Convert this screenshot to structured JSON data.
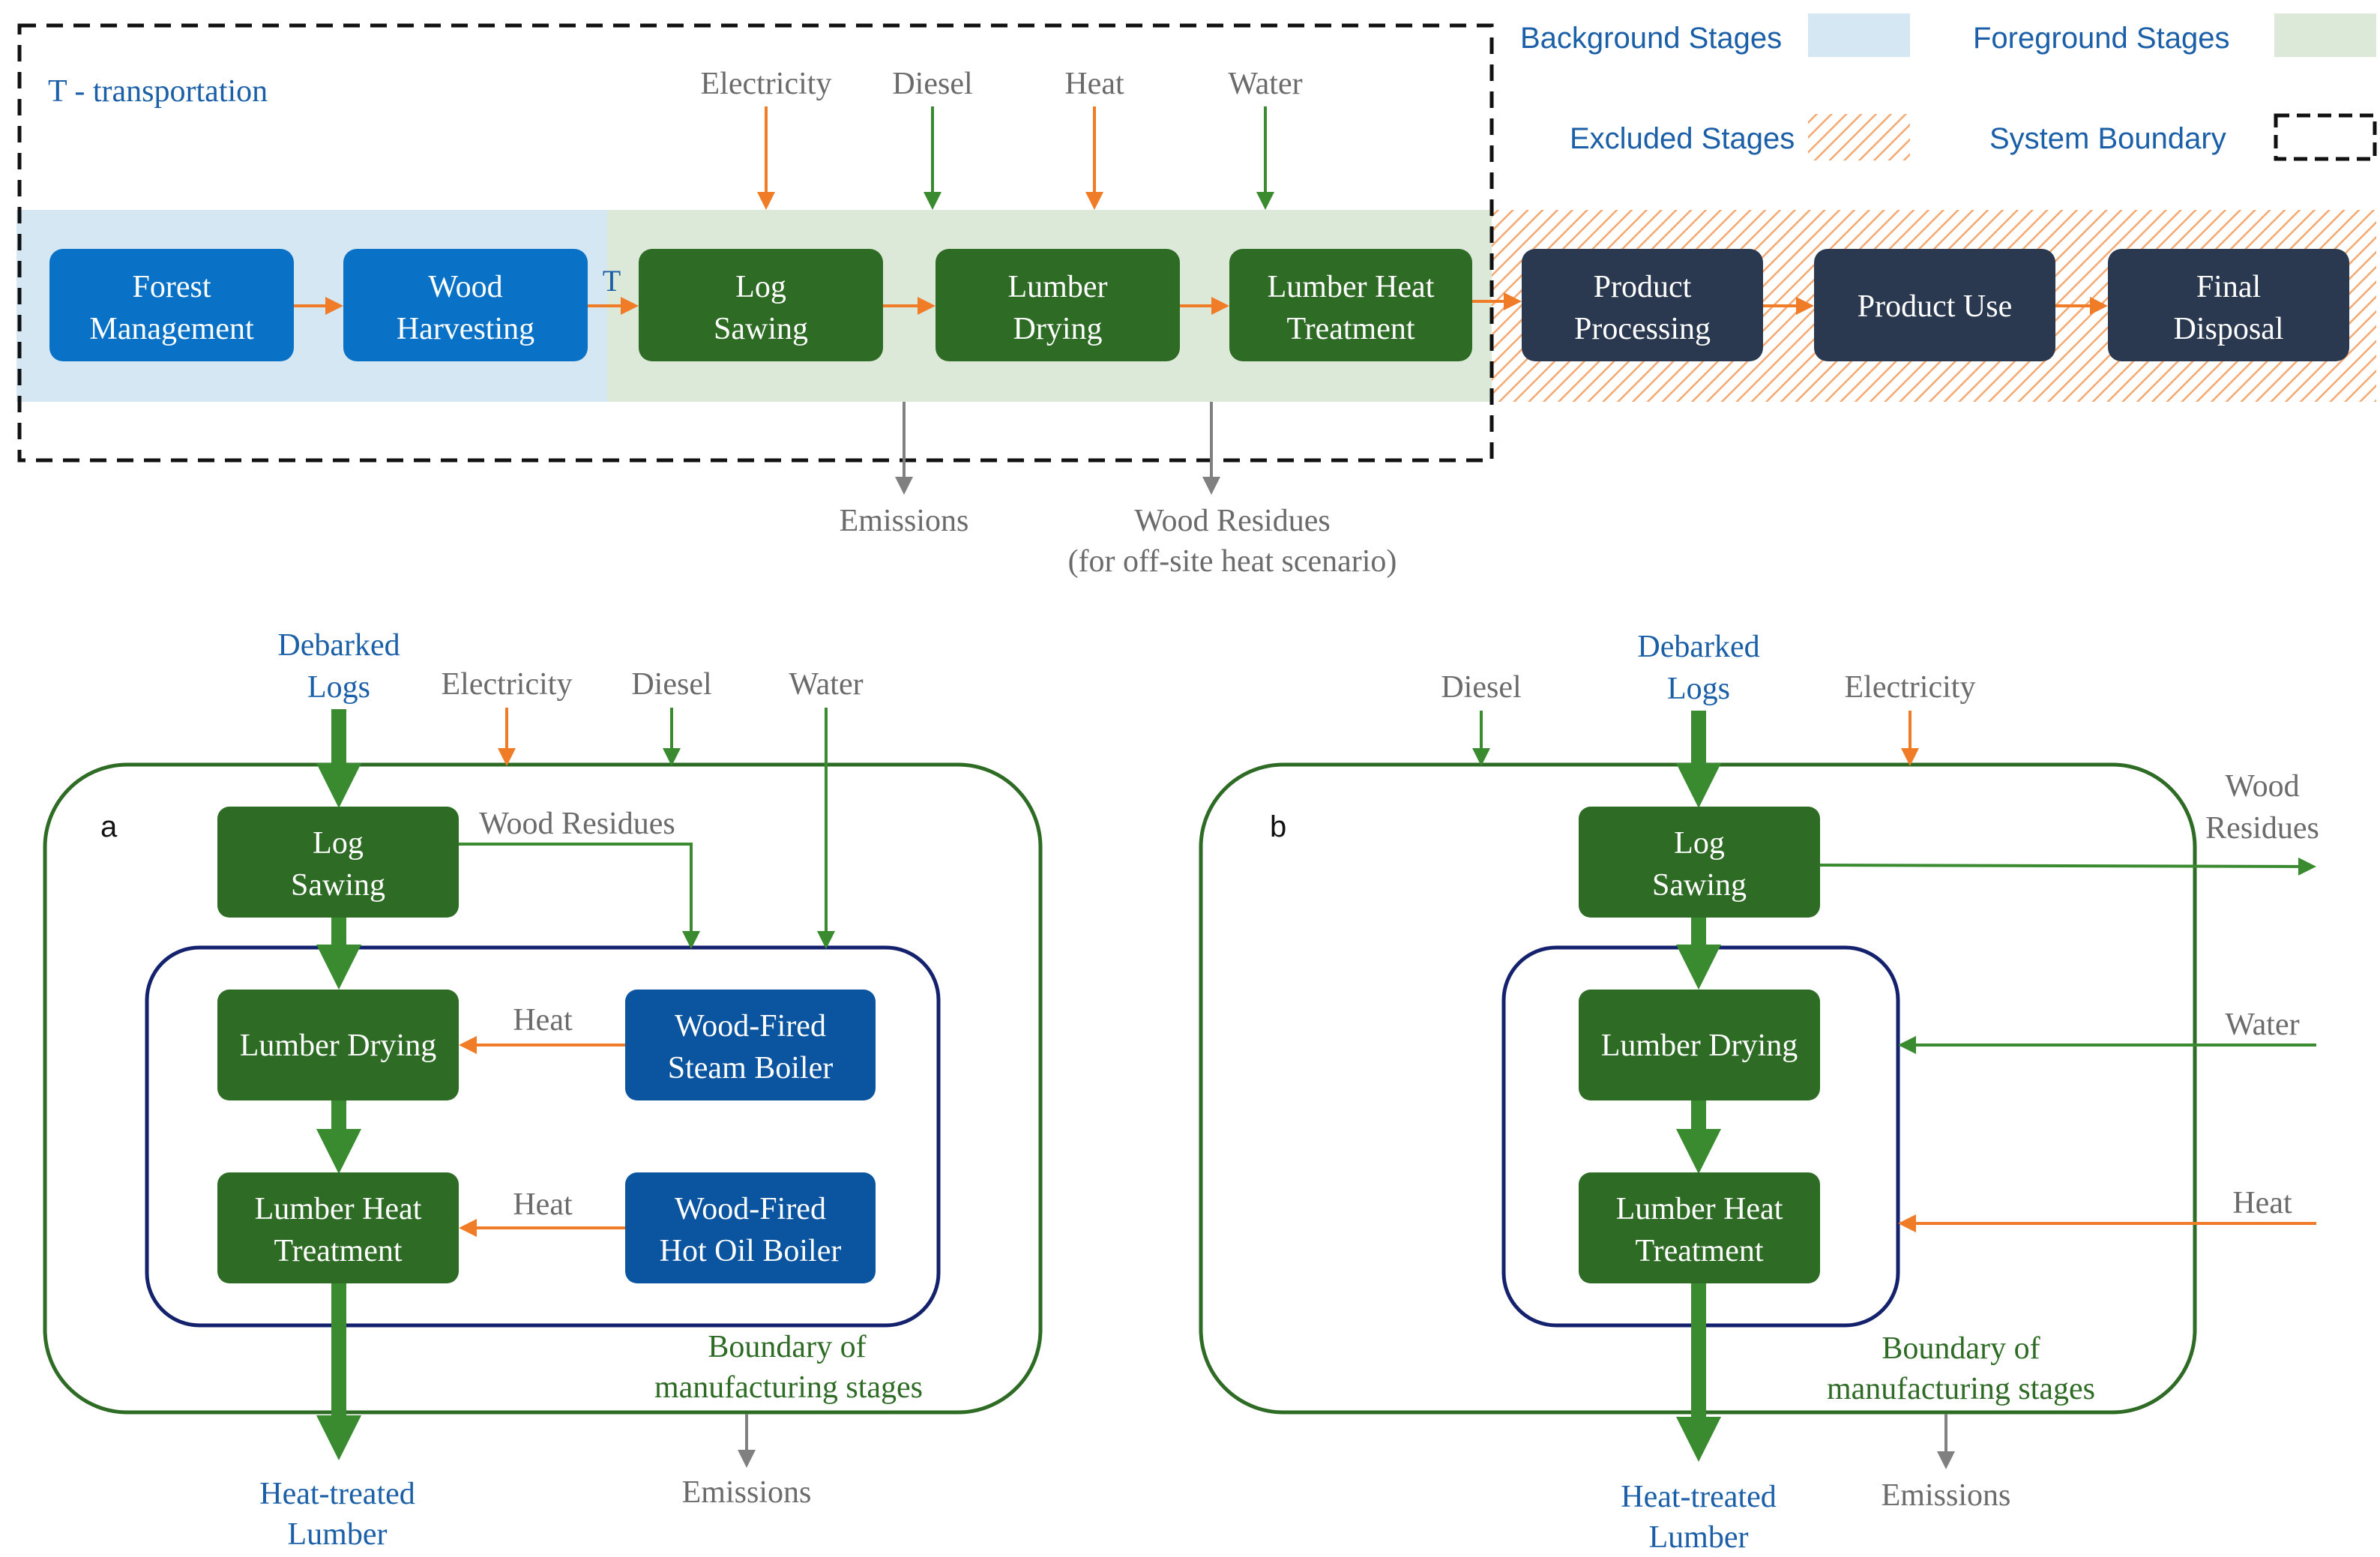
{
  "colors": {
    "background_stage": "#d6e7f4",
    "foreground_stage": "#dce9d8",
    "excluded_hatch": "#f4a972",
    "blue_box": "#0a72c6",
    "green_box": "#2e6b25",
    "dark_box": "#2a3950",
    "boiler_box": "#0a54a0",
    "orange_arrow": "#f07c27",
    "green_arrow": "#3a8a30",
    "gray_arrow": "#808080",
    "label_blue": "#1a5fa8",
    "label_gray": "#6b6b6b",
    "label_green": "#2e6b25",
    "inner_boundary": "#14226e"
  },
  "legend": {
    "background": "Background Stages",
    "foreground": "Foreground Stages",
    "excluded": "Excluded Stages",
    "system_boundary": "System Boundary"
  },
  "top": {
    "transport_note": "T - transportation",
    "transport_marker": "T",
    "inputs": [
      "Electricity",
      "Diesel",
      "Heat",
      "Water"
    ],
    "stages": {
      "forest_management": [
        "Forest",
        "Management"
      ],
      "wood_harvesting": [
        "Wood",
        "Harvesting"
      ],
      "log_sawing": [
        "Log",
        "Sawing"
      ],
      "lumber_drying": [
        "Lumber",
        "Drying"
      ],
      "heat_treatment": [
        "Lumber Heat",
        "Treatment"
      ],
      "product_processing": [
        "Product",
        "Processing"
      ],
      "product_use": "Product Use",
      "final_disposal": [
        "Final",
        "Disposal"
      ]
    },
    "outputs": {
      "emissions": "Emissions",
      "residues": [
        "Wood Residues",
        "(for off-site heat scenario)"
      ]
    }
  },
  "panel_a": {
    "label": "a",
    "input_logs": [
      "Debarked",
      "Logs"
    ],
    "inputs": [
      "Electricity",
      "Diesel",
      "Water"
    ],
    "log_sawing": [
      "Log",
      "Sawing"
    ],
    "wood_residues": "Wood Residues",
    "lumber_drying": "Lumber Drying",
    "heat_label_1": "Heat",
    "heat_label_2": "Heat",
    "steam_boiler": [
      "Wood-Fired",
      "Steam Boiler"
    ],
    "heat_treatment": [
      "Lumber Heat",
      "Treatment"
    ],
    "hot_oil_boiler": [
      "Wood-Fired",
      "Hot Oil Boiler"
    ],
    "boundary": [
      "Boundary of",
      "manufacturing stages"
    ],
    "output": [
      "Heat-treated",
      "Lumber"
    ],
    "emissions": "Emissions"
  },
  "panel_b": {
    "label": "b",
    "inputs": [
      "Diesel",
      "Electricity"
    ],
    "input_logs": [
      "Debarked",
      "Logs"
    ],
    "log_sawing": [
      "Log",
      "Sawing"
    ],
    "wood_residues": [
      "Wood",
      "Residues"
    ],
    "lumber_drying": "Lumber Drying",
    "water": "Water",
    "heat": "Heat",
    "heat_treatment": [
      "Lumber Heat",
      "Treatment"
    ],
    "boundary": [
      "Boundary of",
      "manufacturing stages"
    ],
    "output": [
      "Heat-treated",
      "Lumber"
    ],
    "emissions": "Emissions"
  }
}
